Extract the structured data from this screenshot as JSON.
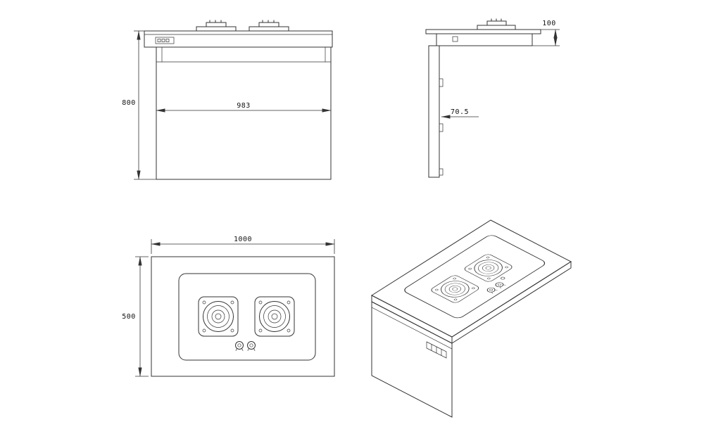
{
  "drawing": {
    "colors": {
      "line": "#333333",
      "background": "#ffffff"
    },
    "front_view": {
      "dim_height": "800",
      "dim_width": "983"
    },
    "side_view": {
      "dim_height": "100",
      "dim_offset": "70.5"
    },
    "plan_view": {
      "dim_width": "1000",
      "dim_depth": "500"
    }
  }
}
